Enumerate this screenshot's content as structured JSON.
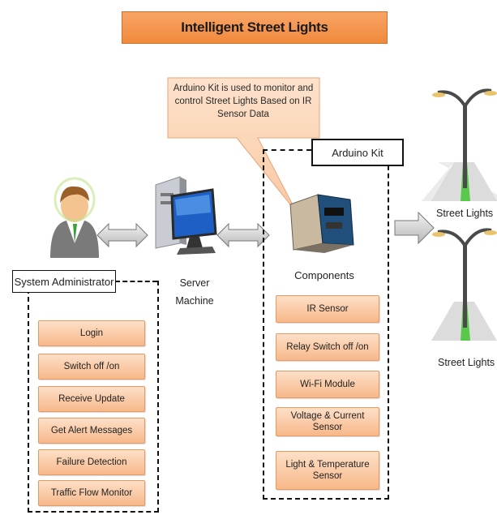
{
  "title": "Intelligent Street Lights",
  "callout": "Arduino Kit is used to monitor and control Street Lights Based on IR Sensor Data",
  "admin": {
    "label": "System Administrator",
    "functions": [
      "Login",
      "Switch off /on",
      "Receive Update",
      "Get Alert Messages",
      "Failure Detection",
      "Traffic Flow Monitor"
    ]
  },
  "server": {
    "label_line1": "Server",
    "label_line2": "Machine"
  },
  "arduino": {
    "label": "Arduino Kit",
    "components_label": "Components",
    "components": [
      "IR Sensor",
      "Relay Switch off /on",
      "Wi-Fi Module",
      "Voltage & Current Sensor",
      "Light & Temperature Sensor"
    ]
  },
  "street_lights": [
    "Street Lights",
    "Street Lights"
  ],
  "colors": {
    "accent": "#f08a3c",
    "button_fill": "#f7b88a",
    "road_green": "#58c94a"
  }
}
